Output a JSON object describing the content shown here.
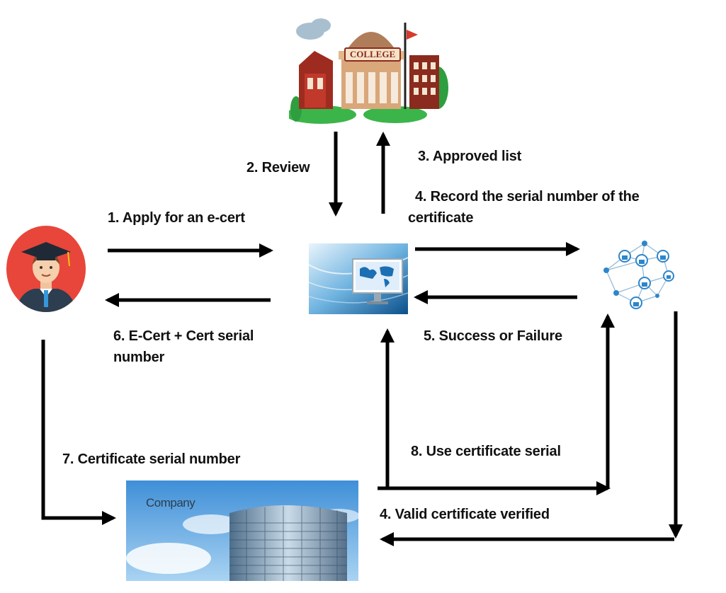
{
  "labels": {
    "step1": "1. Apply for an e-cert",
    "step2": "2. Review",
    "step3": "3. Approved list",
    "step4_record_line1": "4. Record the serial number of the",
    "step4_record_line2": "certificate",
    "step5": "5. Success or Failure",
    "step6_line1": "6. E-Cert + Cert serial",
    "step6_line2": "number",
    "step7": "7. Certificate serial number",
    "step8": "8. Use certificate serial",
    "step4_valid": "4. Valid certificate verified"
  },
  "nodes": {
    "college_sign": "COLLEGE",
    "company_text": "Company"
  },
  "icons": {
    "student": "graduate-student-icon",
    "college": "college-building-icon",
    "server": "computer-server-icon",
    "blockchain": "blockchain-network-icon",
    "company": "company-building-icon"
  },
  "colors": {
    "arrow": "#000000",
    "student_bg": "#e8463b",
    "college_wall": "#8b2a1e",
    "network": "#2e86c9"
  }
}
